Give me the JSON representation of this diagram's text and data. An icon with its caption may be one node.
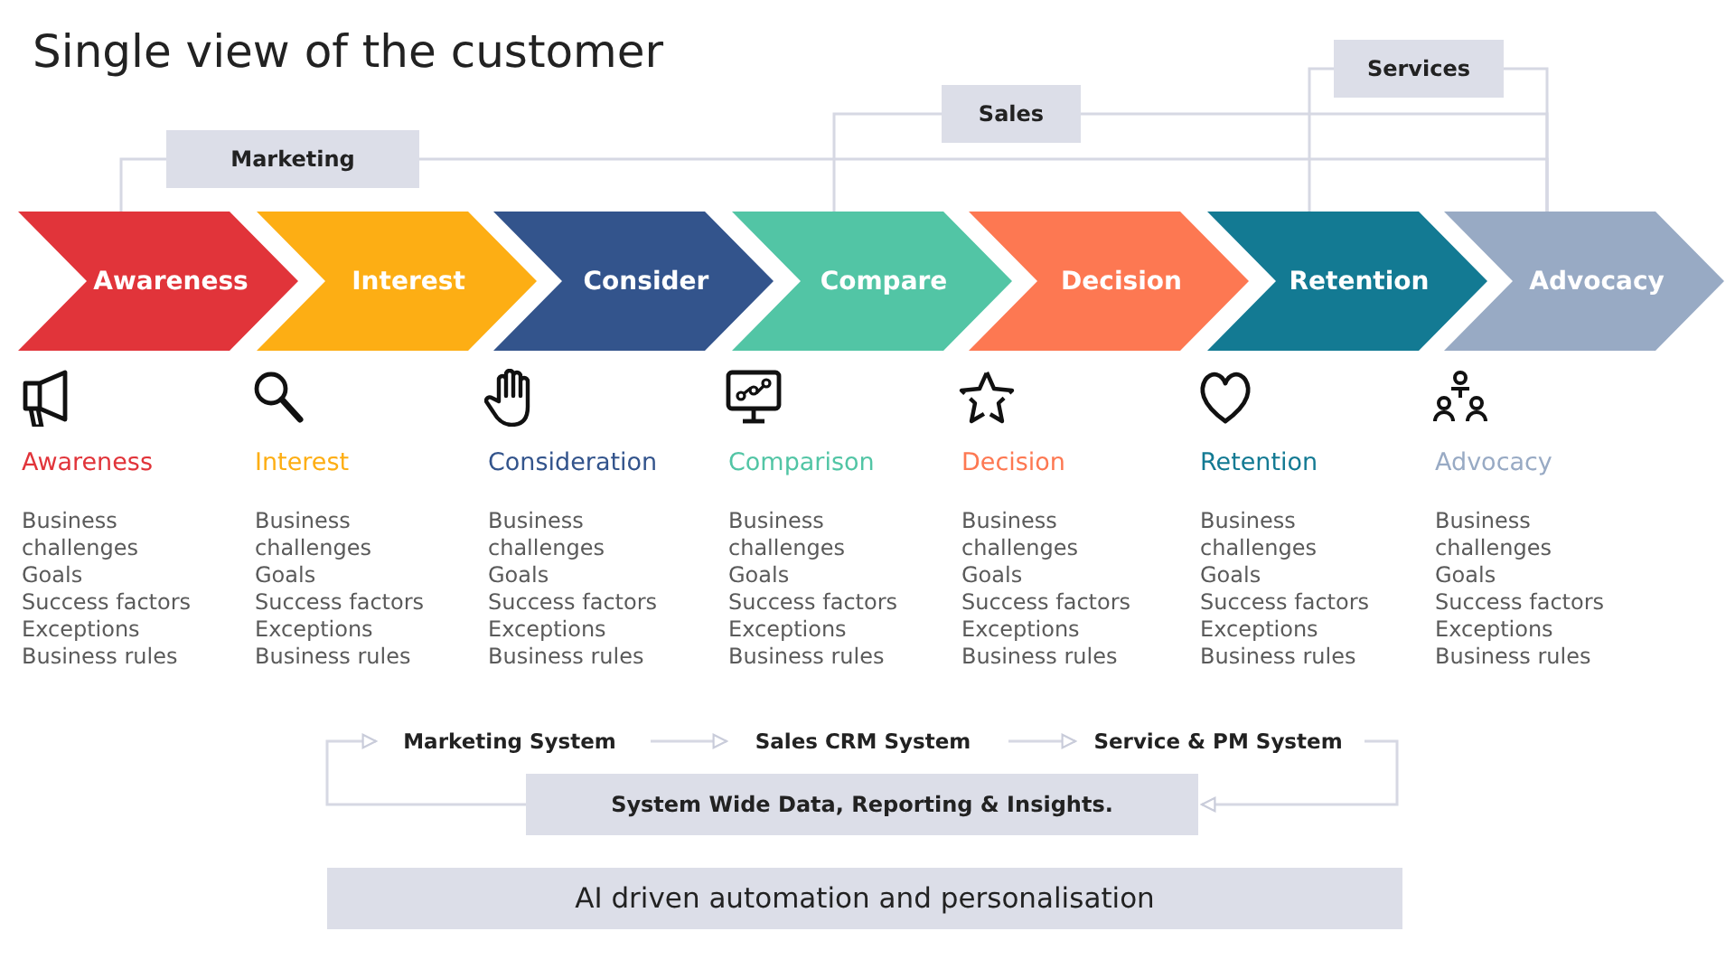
{
  "diagram": {
    "title": "Single view of the customer",
    "nodes": [
      {
        "text": [
          "Marketing"
        ]
      },
      {
        "text": [
          "Sales"
        ]
      },
      {
        "text": [
          "Services"
        ]
      },
      {
        "text": [
          "Awareness"
        ]
      },
      {
        "text": [
          "Interest"
        ]
      },
      {
        "text": [
          "Consider"
        ]
      },
      {
        "text": [
          "Compare"
        ]
      },
      {
        "text": [
          "Decision"
        ]
      },
      {
        "text": [
          "Retention"
        ]
      },
      {
        "text": [
          "Advocacy"
        ]
      },
      {
        "text": [
          "Marketing System"
        ]
      },
      {
        "text": [
          "Sales CRM System"
        ]
      },
      {
        "text": [
          "Service & PM System"
        ]
      },
      {
        "text": [
          "System Wide Data, Reporting & Insights."
        ]
      },
      {
        "text": [
          "AI driven automation and personalisation"
        ]
      }
    ],
    "edges": [
      {
        "from": 0,
        "to": 3,
        "arrow": "none"
      },
      {
        "from": 0,
        "to": 9,
        "arrow": "none"
      },
      {
        "from": 1,
        "to": 6,
        "arrow": "none"
      },
      {
        "from": 1,
        "to": 9,
        "arrow": "none"
      },
      {
        "from": 2,
        "to": 8,
        "arrow": "none"
      },
      {
        "from": 2,
        "to": 9,
        "arrow": "none"
      },
      {
        "from": 10,
        "to": 11,
        "arrow": "to"
      },
      {
        "from": 11,
        "to": 12,
        "arrow": "to"
      },
      {
        "from": 12,
        "to": 13,
        "arrow": "to"
      },
      {
        "from": 13,
        "to": 10,
        "arrow": "to"
      }
    ],
    "labels": [
      "Awareness",
      "Business challenges",
      "Goals",
      "Success factors",
      "Exceptions",
      "Business rules",
      "Interest",
      "Business challenges",
      "Goals",
      "Success factors",
      "Exceptions",
      "Business rules",
      "Consideration",
      "Business challenges",
      "Goals",
      "Success factors",
      "Exceptions",
      "Business rules",
      "Comparison",
      "Business challenges",
      "Goals",
      "Success factors",
      "Exceptions",
      "Business rules",
      "Decision",
      "Business challenges",
      "Goals",
      "Success factors",
      "Exceptions",
      "Business rules",
      "Retention",
      "Business challenges",
      "Goals",
      "Success factors",
      "Exceptions",
      "Business rules",
      "Advocacy",
      "Business challenges",
      "Goals",
      "Success factors",
      "Exceptions",
      "Business rules"
    ]
  }
}
